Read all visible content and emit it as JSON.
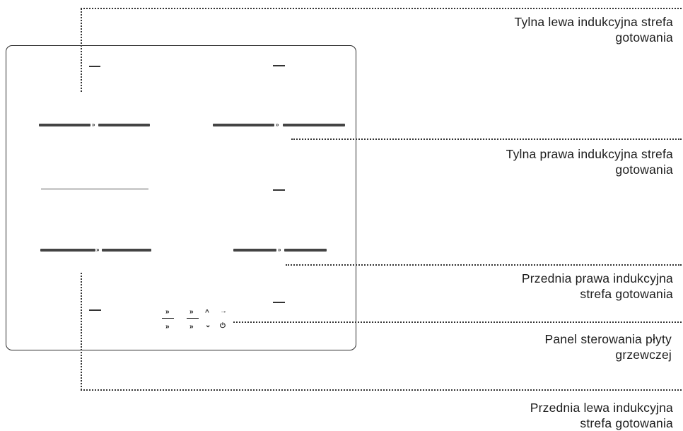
{
  "labels": {
    "rear_left": [
      "Tylna lewa indukcyjna strefa",
      "gotowania"
    ],
    "rear_right": [
      "Tylna prawa indukcyjna strefa",
      "gotowania"
    ],
    "front_right": [
      "Przednia prawa indukcyjna",
      "strefa gotowania"
    ],
    "control_panel": [
      "Panel sterowania płyty",
      "grzewczej"
    ],
    "front_left": [
      "Przednia lewa indukcyjna",
      "strefa gotowania"
    ]
  },
  "control_symbols": {
    "up": "^",
    "down": "⌄",
    "arrow": "→",
    "power": "⏻",
    "chevrons": "»"
  }
}
